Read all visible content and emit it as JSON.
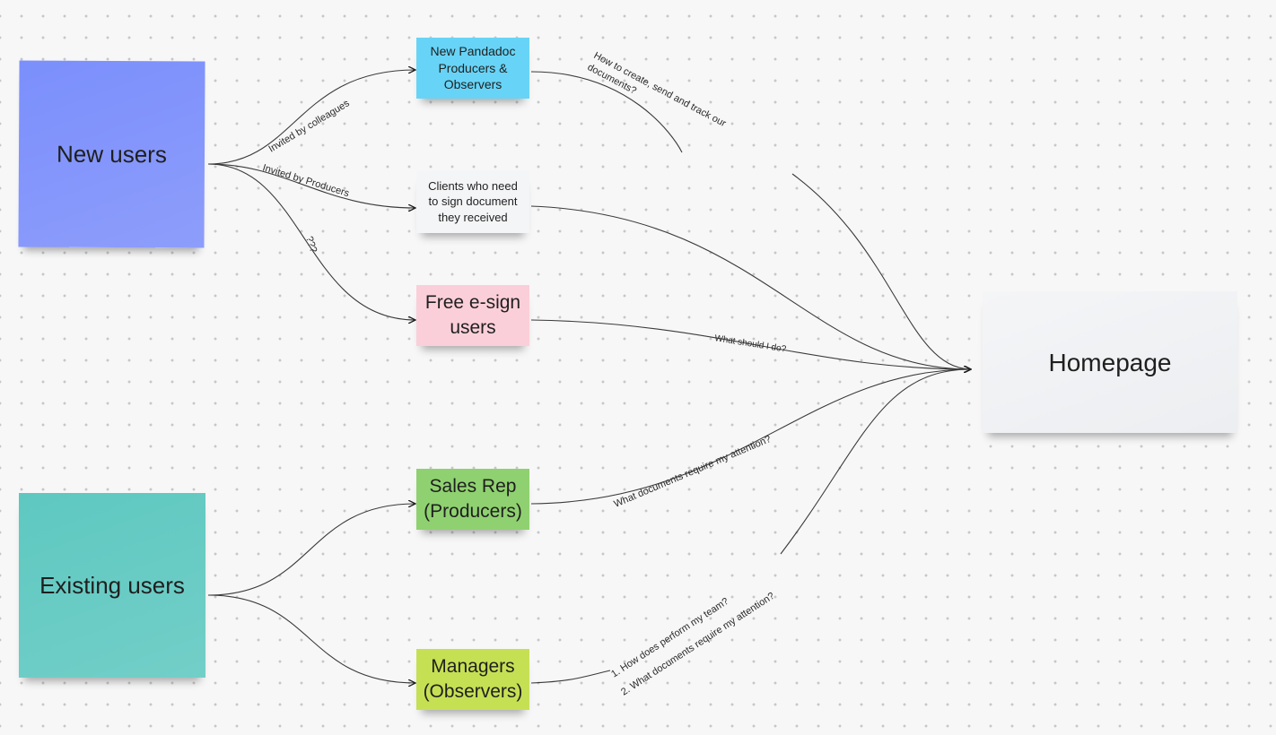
{
  "stickies": {
    "new_users": "New users",
    "existing_users": "Existing users",
    "homepage": "Homepage",
    "new_pandadoc": "New Pandadoc\nProducers &\nObservers",
    "clients": "Clients who need\nto sign document\nthey received",
    "free_esign": "Free e-sign\nusers",
    "sales_rep": "Sales Rep\n(Producers)",
    "managers": "Managers\n(Observers)"
  },
  "edge_labels": {
    "invited_by_colleagues": "Invited by colleagues",
    "invited_by_producers": "Invited by Producers",
    "unknown": "???",
    "how_to_create_line1": "How to create, send and track our",
    "how_to_create_line2": "documents?",
    "what_should_i_do": "What should I do?",
    "what_documents_attention": "What documents require my attention?",
    "managers_q1": "1. How does perform my team?",
    "managers_q2": "2. What documents require my attention?"
  },
  "colors": {
    "new_users": "#7b8ffc",
    "existing_users": "#5ec8c0",
    "homepage": "#f4f5f7",
    "new_pandadoc": "#67d4f7",
    "clients": "#f4f5f7",
    "free_esign": "#fbcfd9",
    "sales_rep": "#8fd170",
    "managers": "#c6e054"
  }
}
